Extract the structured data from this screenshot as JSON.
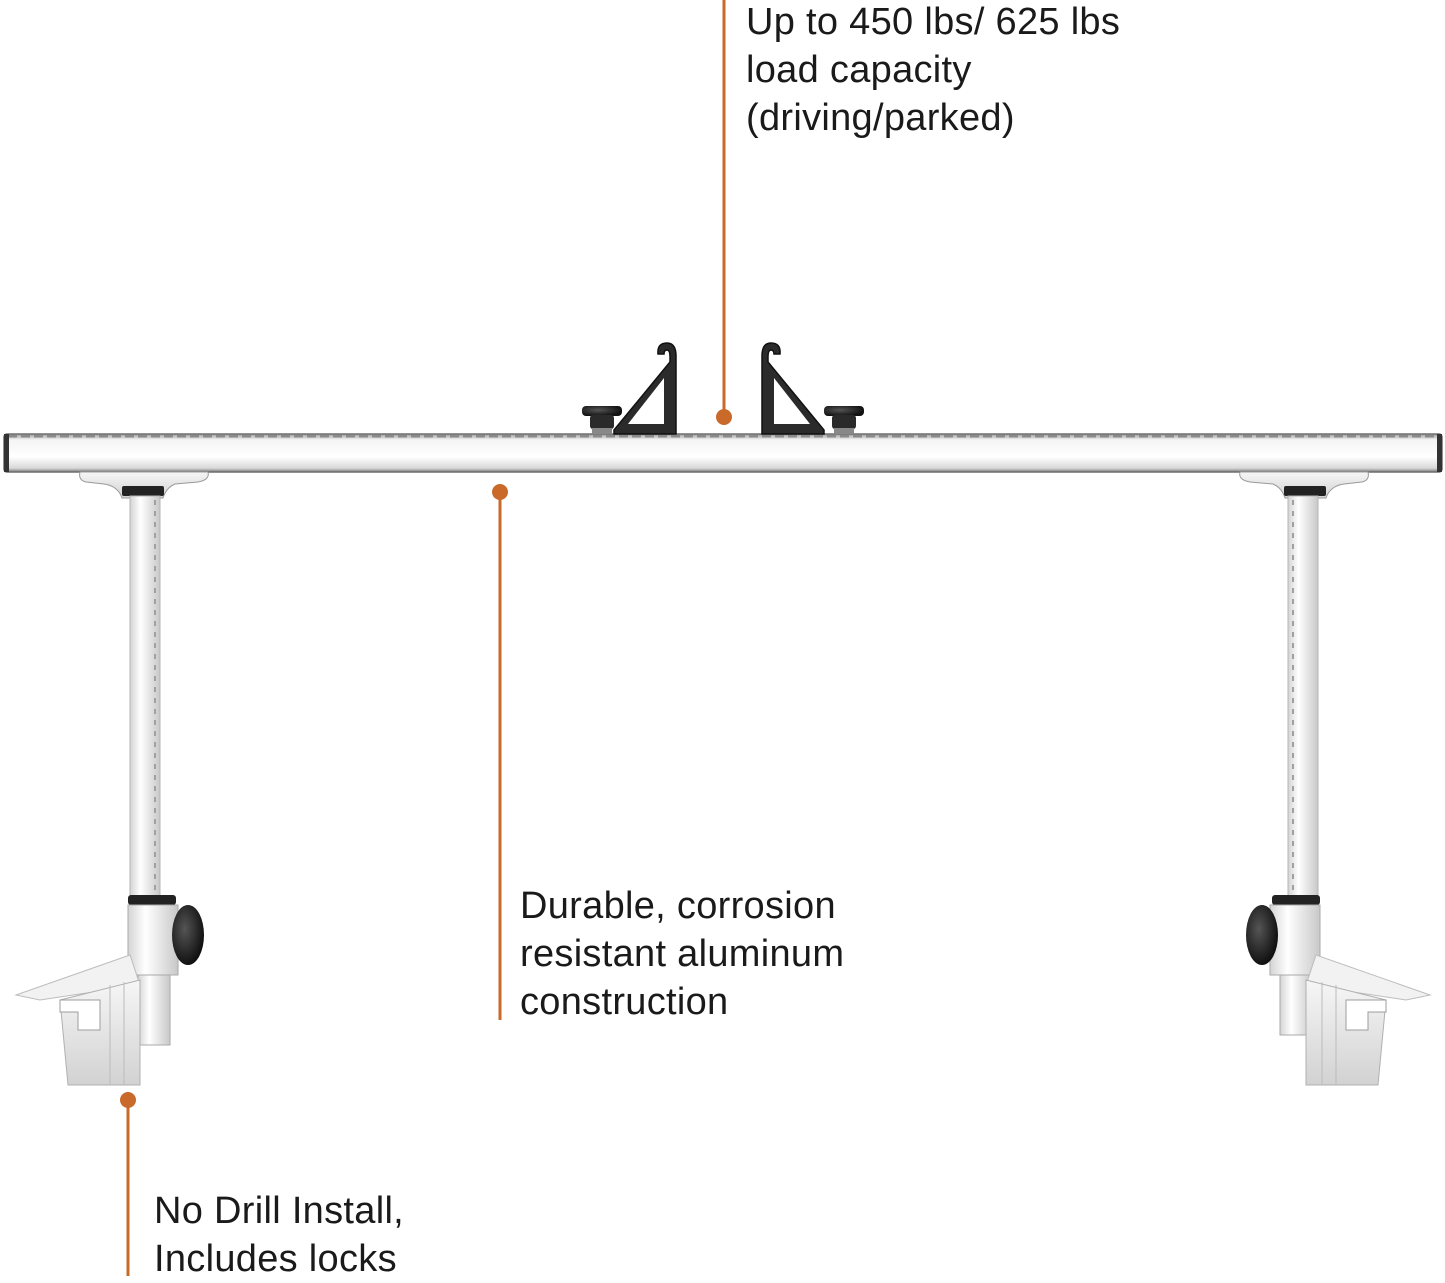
{
  "product": {
    "name": "Truck rack crossbar with tie-down brackets and clamp legs",
    "accent_color": "#C96A2B"
  },
  "callouts": [
    {
      "id": "load-capacity",
      "lines": [
        "Up to 450 lbs/ 625 lbs",
        "load capacity",
        "(driving/parked)"
      ]
    },
    {
      "id": "aluminum-construction",
      "lines": [
        "Durable, corrosion",
        "resistant aluminum",
        "construction"
      ]
    },
    {
      "id": "no-drill-install",
      "lines": [
        "No Drill Install,",
        "Includes locks"
      ]
    }
  ]
}
